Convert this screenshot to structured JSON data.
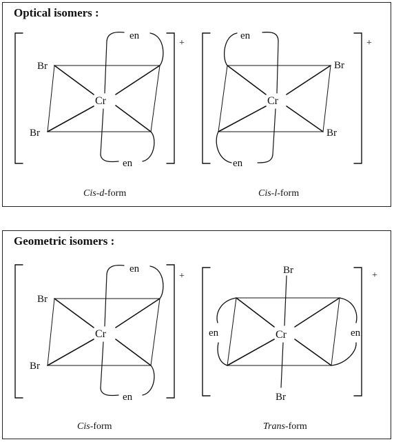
{
  "sections": {
    "optical": {
      "title": "Optical isomers :"
    },
    "geometric": {
      "title": "Geometric isomers :"
    }
  },
  "structures": {
    "cis_d": {
      "ligand_top": "en",
      "ligand_bottom": "en",
      "left_top": "Br",
      "left_bottom": "Br",
      "metal": "Cr",
      "charge": "+",
      "caption_italic": "Cis-d",
      "caption_suffix": "-form"
    },
    "cis_l": {
      "ligand_top": "en",
      "ligand_bottom": "en",
      "right_top": "Br",
      "right_bottom": "Br",
      "metal": "Cr",
      "charge": "+",
      "caption_italic": "Cis-l",
      "caption_suffix": "-form"
    },
    "cis": {
      "ligand_top": "en",
      "ligand_bottom": "en",
      "left_top": "Br",
      "left_bottom": "Br",
      "metal": "Cr",
      "charge": "+",
      "caption_italic": "Cis",
      "caption_suffix": "-form"
    },
    "trans": {
      "axial_top": "Br",
      "axial_bottom": "Br",
      "ligand_left": "en",
      "ligand_right": "en",
      "metal": "Cr",
      "charge": "+",
      "caption_italic": "Trans",
      "caption_suffix": "-form"
    }
  }
}
